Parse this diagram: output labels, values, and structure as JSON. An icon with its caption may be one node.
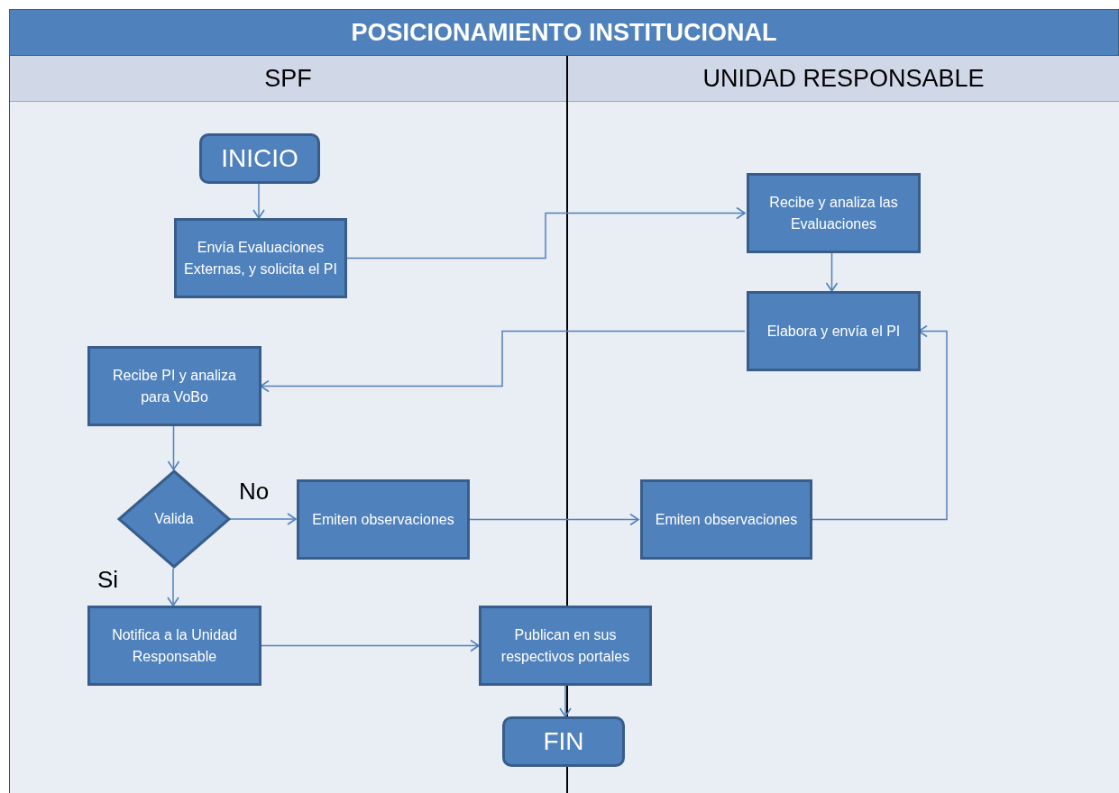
{
  "diagram": {
    "title": "POSICIONAMIENTO INSTITUCIONAL",
    "nodes": [
      {
        "text": [
          "SPF"
        ]
      },
      {
        "text": [
          "UNIDAD RESPONSABLE"
        ]
      },
      {
        "text": [
          "INICIO"
        ],
        "in": 0
      },
      {
        "text": [
          "Envía Evaluaciones Externas, y solicita el PI"
        ],
        "in": 0
      },
      {
        "text": [
          "Recibe y analiza las Evaluaciones"
        ],
        "in": 1
      },
      {
        "text": [
          "Elabora y envía el PI"
        ],
        "in": 1
      },
      {
        "text": [
          "Recibe PI y analiza para VoBo"
        ],
        "in": 0
      },
      {
        "text": [
          "Valida"
        ],
        "in": 0
      },
      {
        "text": [
          "Emiten observaciones"
        ],
        "in": 0
      },
      {
        "text": [
          "Emiten observaciones"
        ],
        "in": 1
      },
      {
        "text": [
          "Notifica a la Unidad Responsable"
        ],
        "in": 0
      },
      {
        "text": [
          "Publican en sus respectivos portales"
        ]
      },
      {
        "text": [
          "FIN"
        ]
      }
    ],
    "edges": [
      {
        "from": 2,
        "to": 3,
        "arrow": "to"
      },
      {
        "from": 3,
        "to": 4,
        "arrow": "to"
      },
      {
        "from": 4,
        "to": 5,
        "arrow": "to"
      },
      {
        "from": 5,
        "to": 6,
        "arrow": "to"
      },
      {
        "from": 6,
        "to": 7,
        "arrow": "to"
      },
      {
        "from": 7,
        "to": 8,
        "arrow": "to",
        "label": "No"
      },
      {
        "from": 8,
        "to": 9,
        "arrow": "to"
      },
      {
        "from": 9,
        "to": 5,
        "arrow": "to"
      },
      {
        "from": 7,
        "to": 10,
        "arrow": "to",
        "label": "Si"
      },
      {
        "from": 10,
        "to": 11,
        "arrow": "to"
      },
      {
        "from": 11,
        "to": 12,
        "arrow": "to"
      }
    ]
  }
}
